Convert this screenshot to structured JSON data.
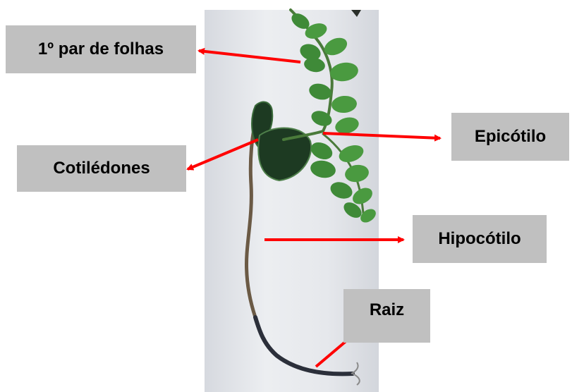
{
  "figure": {
    "photo_subject": "seedling",
    "labels": {
      "primeiro_par_de_folhas": "1º par de folhas",
      "cotiledones": "Cotilédones",
      "epicotilo": "Epicótilo",
      "hipocotilo": "Hipocótilo",
      "raiz": "Raiz"
    },
    "colors": {
      "label_bg": "#c0c0c0",
      "arrow": "#ff0000",
      "photo_bg": "#e4e6ea",
      "leaf": "#3f8a38",
      "leaf_dark": "#1d3a22",
      "stem": "#6b5a45"
    }
  }
}
